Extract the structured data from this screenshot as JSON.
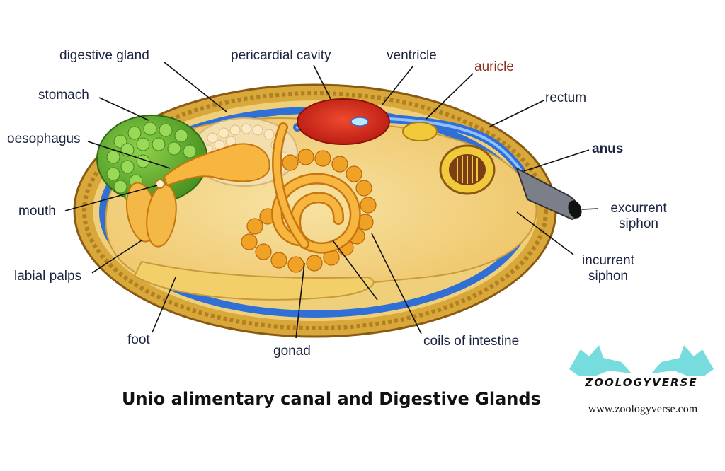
{
  "labels": {
    "digestive_gland": "digestive gland",
    "pericardial_cavity": "pericardial cavity",
    "ventricle": "ventricle",
    "auricle": "auricle",
    "rectum": "rectum",
    "stomach": "stomach",
    "oesophagus": "oesophagus",
    "anus": "anus",
    "mouth": "mouth",
    "excurrent_line1": "excurrent",
    "excurrent_line2": "siphon",
    "labial_palps": "labial palps",
    "incurrent_line1": "incurrent",
    "incurrent_line2": "siphon",
    "foot": "foot",
    "gonad": "gonad",
    "coils_of_intestine": "coils of intestine"
  },
  "title": "Unio alimentary canal and Digestive Glands",
  "logo": {
    "brand": "ZOOLOGYVERSE",
    "url": "www.zoologyverse.com"
  },
  "colors": {
    "label_text": "#1b2340",
    "auricle_label": "#8a2a14",
    "shell": "#d9a83a",
    "mantle_blue": "#2f6fd6",
    "stomach_green": "#5fae2a",
    "ventricle_red": "#d8281c",
    "intestine_orange": "#f0a226",
    "logo_cyan": "#5fd6d8"
  }
}
